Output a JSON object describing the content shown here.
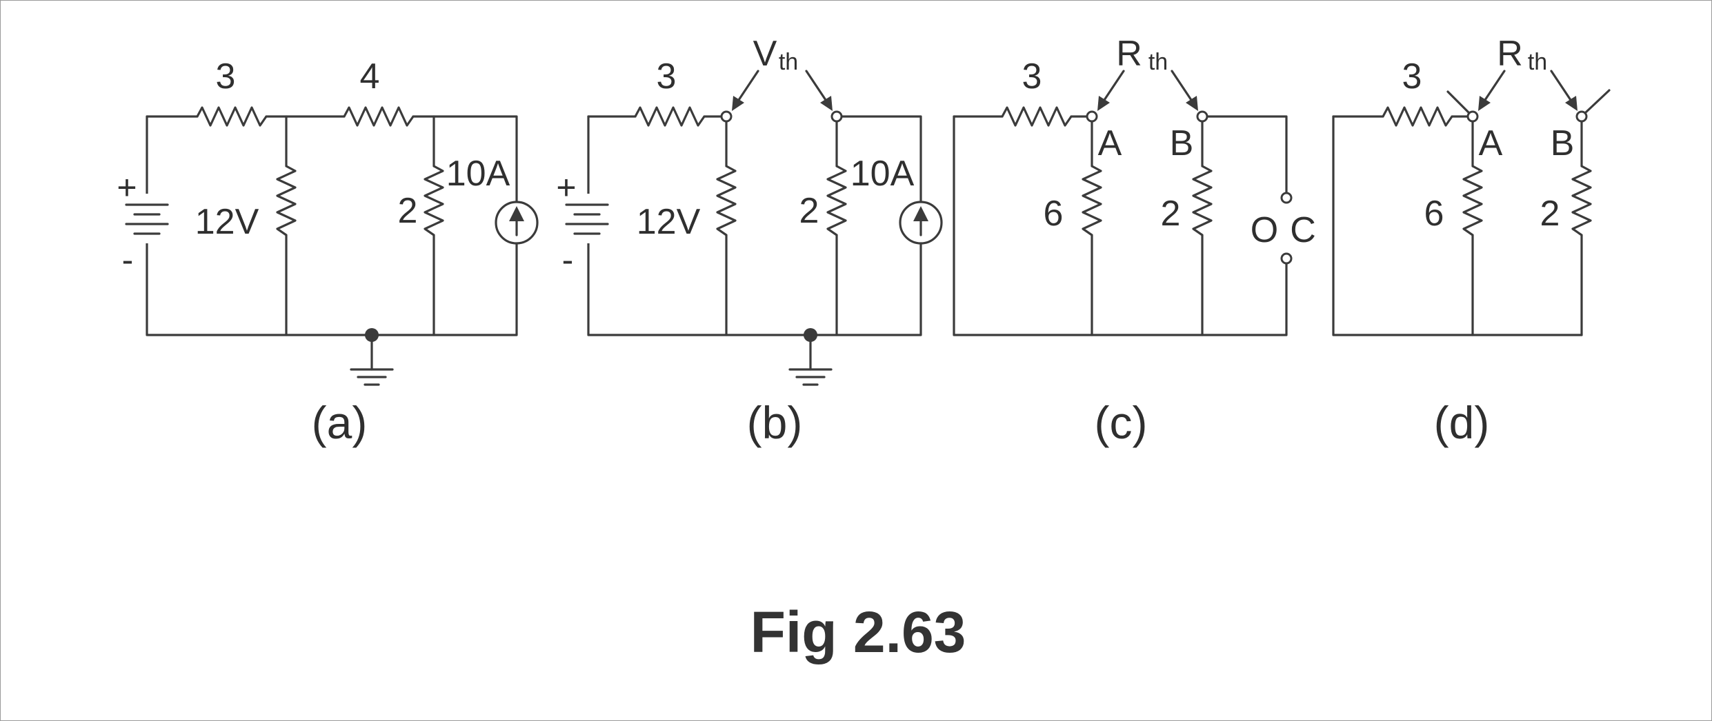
{
  "circuit_a": {
    "r_series_1": "3",
    "r_series_2": "4",
    "r_load": "2",
    "source_voltage": "12V",
    "source_current": "10A",
    "plus": "+",
    "minus": "-",
    "caption": "(a)"
  },
  "circuit_b": {
    "r_series": "3",
    "r_load": "2",
    "source_voltage": "12V",
    "source_current": "10A",
    "plus": "+",
    "minus": "-",
    "vth_main": "V",
    "vth_sub": "th",
    "caption": "(b)"
  },
  "circuit_c": {
    "r_series": "3",
    "r_shunt": "6",
    "r_load": "2",
    "rth_main": "R",
    "rth_sub": "th",
    "node_a": "A",
    "node_b": "B",
    "oc_o": "O",
    "oc_c": "C",
    "caption": "(c)"
  },
  "circuit_d": {
    "r_series": "3",
    "r_shunt": "6",
    "r_load": "2",
    "rth_main": "R",
    "rth_sub": "th",
    "node_a": "A",
    "node_b": "B",
    "caption": "(d)"
  },
  "figure_title": "Fig 2.63"
}
